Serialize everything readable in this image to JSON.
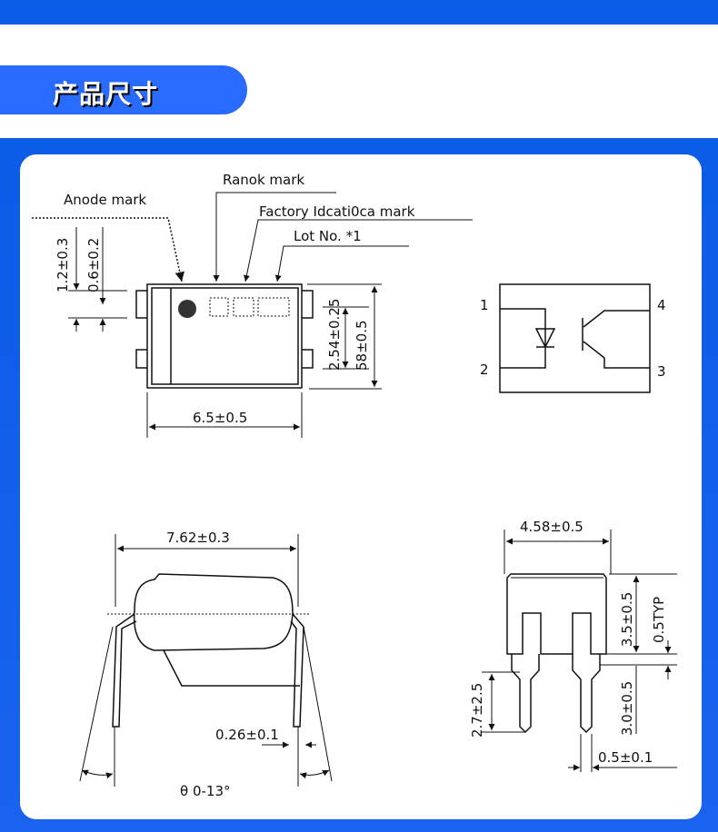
{
  "header": {
    "title": "产品尺寸"
  },
  "colors": {
    "band": "#0b5ce6",
    "pill": "#2a6bff",
    "card": "#ffffff"
  },
  "top_view": {
    "anode_mark": "Anode mark",
    "rank_mark": "Ranok mark",
    "factory_mark": "Factory Idcati0ca mark",
    "lot_no": "Lot No.  *1",
    "dim_lead_pitch": "1.2±0.3",
    "dim_lead_width": "0.6±0.2",
    "dim_pin_spacing": "2.54±0.25",
    "dim_body_height": "58±0.5",
    "dim_body_width": "6.5±0.5"
  },
  "schematic": {
    "pins": [
      "1",
      "2",
      "3",
      "4"
    ]
  },
  "side_view": {
    "dim_row_spacing": "7.62±0.3",
    "dim_lead_thickness": "0.26±0.1",
    "angle": "θ  0-13°"
  },
  "end_view": {
    "dim_body_width": "4.58±0.5",
    "dim_body_height": "3.5±0.5",
    "dim_standoff": "0.5TYP",
    "dim_lead_length": "3.0±0.5",
    "dim_shoulder": "2.7±2.5",
    "dim_lead_width": "0.5±0.1"
  }
}
